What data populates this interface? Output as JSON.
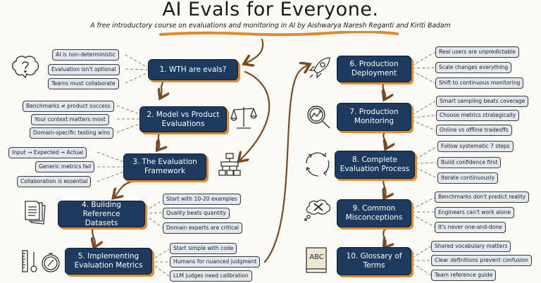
{
  "header": {
    "title": "AI Evals for Everyone.",
    "subtitle": "A free introductory course on evaluations and monitoring in AI by Aishwarya Naresh Reganti and Kiriti Badam"
  },
  "colors": {
    "node_fill": "#1e3a5f",
    "node_shadow": "#e08a2e",
    "arrow": "#7a4a22",
    "pill_fill": "#e3e8ee",
    "underline": "#e08a2e"
  },
  "modules": [
    {
      "label": "1. WTH are evals?",
      "icon": "brain-question-icon",
      "points": [
        "AI is non-deterministic",
        "Evaluation isn't optional",
        "Teams must collaborate"
      ]
    },
    {
      "label": "2. Model vs Product\nEvaluations",
      "icon": "balance-scale-icon",
      "points": [
        "Benchmarks ≠ product success",
        "Your context matters most",
        "Domain-specific testing wins"
      ]
    },
    {
      "label": "3. The Evaluation\nFramework",
      "icon": "hierarchy-chart-icon",
      "points": [
        "Input → Expected → Actual",
        "Generic metrics fail",
        "Collaboration is essential"
      ]
    },
    {
      "label": "4. Building Reference\nDatasets",
      "icon": "documents-icon",
      "points": [
        "Start with 10-20 examples",
        "Quality beats quantity",
        "Domain experts are critical"
      ]
    },
    {
      "label": "5. Implementing\nEvaluation Metrics",
      "icon": "measuring-tools-icon",
      "points": [
        "Start simple with code",
        "Humans for nuanced judgment",
        "LLM judges need calibration"
      ]
    },
    {
      "label": "6. Production\nDeployment",
      "icon": "rocket-icon",
      "points": [
        "Real users are unpredictable",
        "Scale changes everything",
        "Shift to continuous monitoring"
      ]
    },
    {
      "label": "7. Production\nMonitoring",
      "icon": "magnifier-chart-icon",
      "points": [
        "Smart sampling beats coverage",
        "Choose metrics strategically",
        "Online vs offline tradeoffs"
      ]
    },
    {
      "label": "8. Complete\nEvaluation Process",
      "icon": "cycle-arrows-icon",
      "points": [
        "Follow systematic 7 steps",
        "Build confidence first",
        "Iterate continuously"
      ]
    },
    {
      "label": "9. Common\nMisconceptions",
      "icon": "thought-bubble-x-icon",
      "points": [
        "Benchmarks don't predict reality",
        "Engineers can't work alone",
        "It's never one-and-done"
      ]
    },
    {
      "label": "10. Glossary of\nTerms",
      "icon": "abc-book-icon",
      "icon_text": "ABC",
      "points": [
        "Shared vocabulary matters",
        "Clear definitions prevent confusion",
        "Team reference guide"
      ]
    }
  ]
}
